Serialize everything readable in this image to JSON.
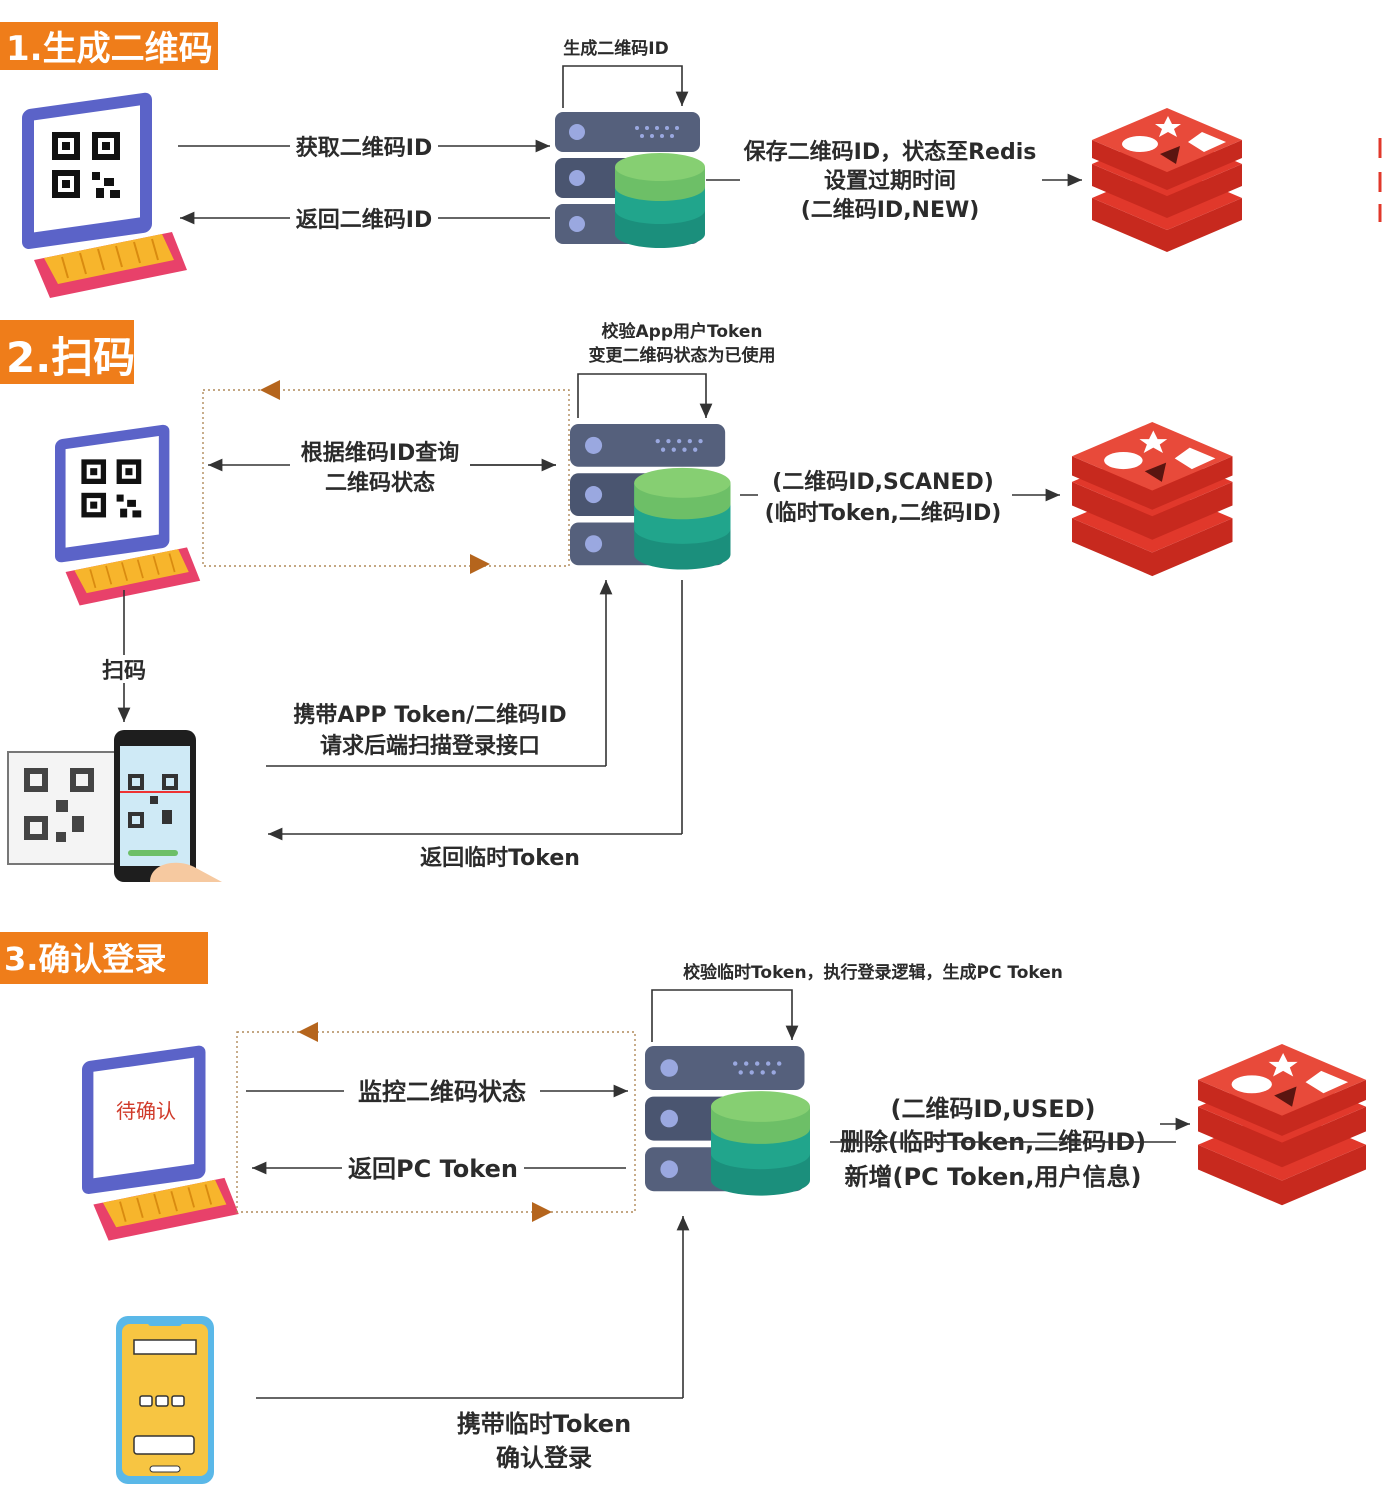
{
  "sections": {
    "s1": "1.生成二维码",
    "s2": "2.扫码",
    "s3": "3.确认登录"
  },
  "step1": {
    "self_loop": "生成二维码ID",
    "get_id": "获取二维码ID",
    "return_id": "返回二维码ID",
    "redis_lines": [
      "保存二维码ID，状态至Redis",
      "设置过期时间",
      "(二维码ID,NEW)"
    ]
  },
  "step2": {
    "self_loop": [
      "校验App用户Token",
      "变更二维码状态为已使用"
    ],
    "query": [
      "根据维码ID查询",
      "二维码状态"
    ],
    "redis_lines": [
      "(二维码ID,SCANED)",
      "(临时Token,二维码ID)"
    ],
    "scan": "扫码",
    "request": [
      "携带APP Token/二维码ID",
      "请求后端扫描登录接口"
    ],
    "return_token": "返回临时Token"
  },
  "step3": {
    "self_loop": "校验临时Token，执行登录逻辑，生成PC Token",
    "pending": "待确认",
    "monitor": "监控二维码状态",
    "return_pc": "返回PC Token",
    "redis_lines": [
      "(二维码ID,USED)",
      "删除(临时Token,二维码ID)",
      "新增(PC Token,用户信息)"
    ],
    "confirm": [
      "携带临时Token",
      "确认登录"
    ]
  },
  "colors": {
    "section_bg": "#ef7d1a",
    "redis": "#e1382b",
    "server": "#4a5570",
    "db_top": "#6dbf67",
    "db_mid": "#1fa38a",
    "laptop_screen": "#5b63c8",
    "laptop_base": "#e8416a",
    "keys": "#f7b52c",
    "arrow_head": "#b5651d"
  },
  "icons": [
    "laptop-qr-icon",
    "server-icon",
    "database-icon",
    "redis-icon",
    "phone-scan-icon",
    "phone-icon"
  ]
}
